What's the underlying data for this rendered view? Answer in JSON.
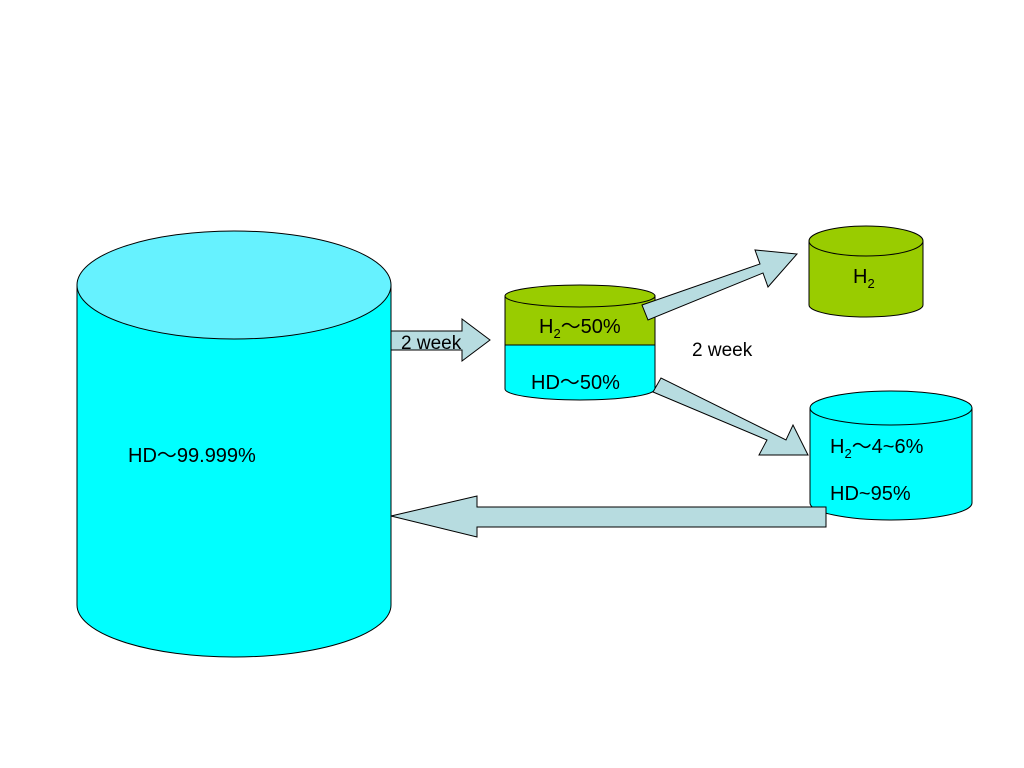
{
  "colors": {
    "cyan": "#00ffff",
    "cyan_top": "#66f2ff",
    "green": "#99cc00",
    "arrow_fill": "#b7dce0",
    "outline": "#000000"
  },
  "big_tank": {
    "label": "HD～99.999%"
  },
  "mid_tank": {
    "top_label_main": "H",
    "top_label_sub": "2",
    "top_label_rest": "～50%",
    "bottom_label": "HD～50%"
  },
  "h2_tank": {
    "label_main": "H",
    "label_sub": "2"
  },
  "mix_tank": {
    "line1_main": "H",
    "line1_sub": "2",
    "line1_rest": "～4~6%",
    "line2": "HD~95%"
  },
  "arrows": {
    "first_label": "2 week",
    "second_label": "2 week"
  }
}
